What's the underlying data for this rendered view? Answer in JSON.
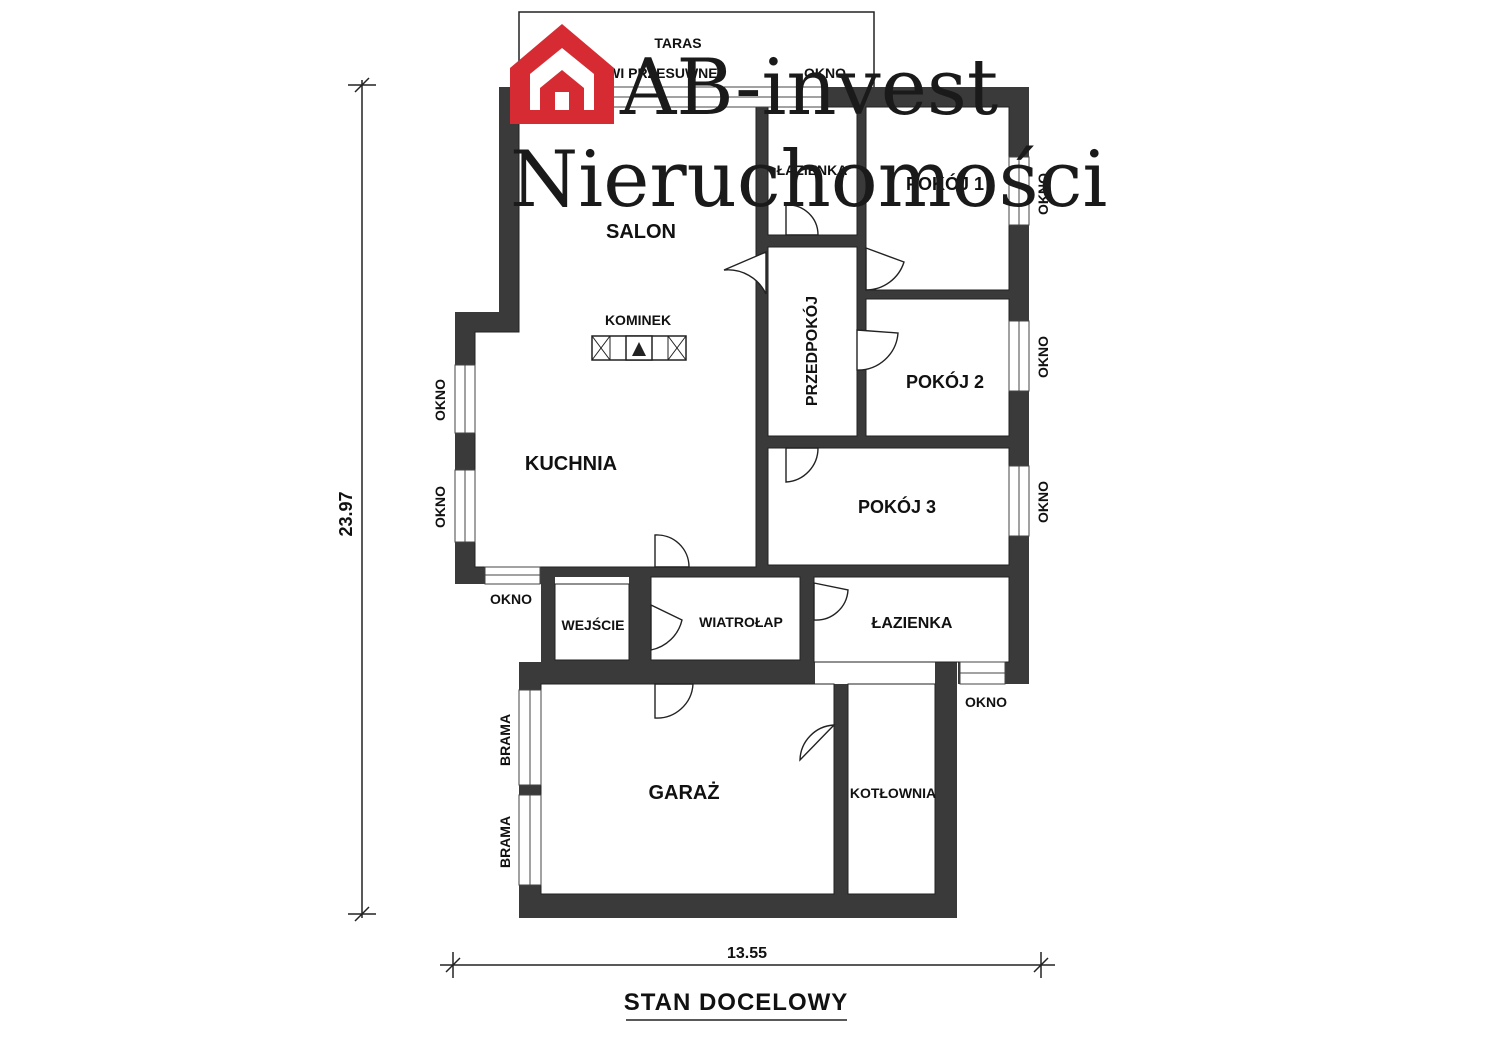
{
  "logo": {
    "line1": "AB-invest",
    "line2": "Nieruchomości",
    "color": "#d62b32"
  },
  "rooms": {
    "taras": "TARAS",
    "drzwi_przesuwne": "DRZWI PRZESUWNE",
    "salon": "SALON",
    "kominek": "KOMINEK",
    "kuchnia": "KUCHNIA",
    "lazienka_top": "ŁAZIENKA",
    "pokoj1": "POKÓJ 1",
    "pokoj2": "POKÓJ 2",
    "pokoj3": "POKÓJ 3",
    "przedpokoj": "PRZEDPOKÓJ",
    "wejscie": "WEJŚCIE",
    "wiatrolap": "WIATROŁAP",
    "lazienka_bottom": "ŁAZIENKA",
    "garaz": "GARAŻ",
    "kotlownia": "KOTŁOWNIA"
  },
  "openings": {
    "okno": "OKNO",
    "brama": "BRAMA"
  },
  "dimensions": {
    "height": "23.97",
    "width": "13.55"
  },
  "footer": {
    "title": "STAN DOCELOWY"
  },
  "colors": {
    "wall": "#3a3a3a",
    "brand_red": "#d62b32"
  }
}
